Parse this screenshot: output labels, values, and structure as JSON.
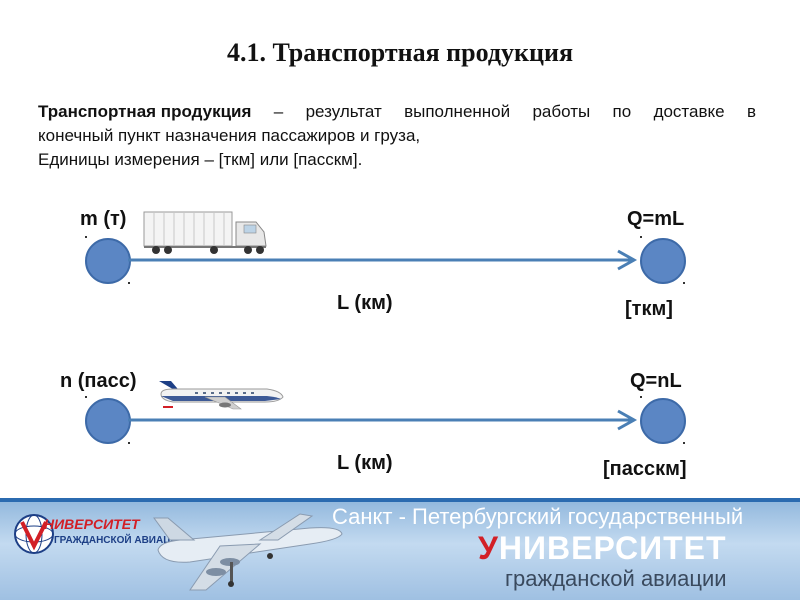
{
  "slide": {
    "title": "4.1. Транспортная продукция",
    "definition": {
      "term": "Транспортная продукция",
      "line1_words": [
        "–",
        "результат",
        "выполненной",
        "работы",
        "по",
        "доставке",
        "в"
      ],
      "line2": "конечный пункт назначения пассажиров и груза,",
      "line3": "Единицы измерения – [ткм] или [пасскм]."
    }
  },
  "freight": {
    "source_label": "m (т)",
    "distance_label": "L (км)",
    "formula": "Q=mL",
    "unit": "[ткм]"
  },
  "passenger": {
    "source_label": "n (пасс)",
    "distance_label": "L (км)",
    "formula": "Q=nL",
    "unit": "[пасскм]"
  },
  "banner": {
    "line1": "Санкт - Петербургский государственный",
    "university_first_letter": "У",
    "university_rest": "НИВЕРСИТЕТ",
    "line3": "гражданской авиации",
    "logo_line1": "НИВЕРСИТЕТ",
    "logo_line2": "ГРАЖДАНСКОЙ АВИАЦИИ"
  },
  "colors": {
    "node_fill": "#5b86c4",
    "arrow_line": "#4a7fb5",
    "banner_red": "#d21f26"
  }
}
